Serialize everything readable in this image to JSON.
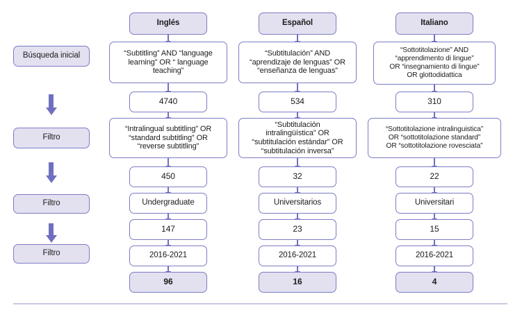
{
  "figure": {
    "type": "flowchart",
    "orientation": "top-down",
    "columns": 3,
    "stage_count": 4,
    "accent_color": "#7b7bc4",
    "fill_color": "#e3e1f0",
    "arrow_color": "#6f6fc0",
    "background_color": "#ffffff"
  },
  "stages": {
    "items": [
      {
        "label": "Búsqueda inicial"
      },
      {
        "label": "Filtro"
      },
      {
        "label": "Filtro"
      },
      {
        "label": "Filtro"
      }
    ]
  },
  "columns": [
    {
      "header": "Inglés",
      "query_initial": "“Subtitling” AND “language\nlearning” OR “ language\nteaching”",
      "count_initial": "4740",
      "query_filter": "“Intralingual subtitling” OR\n“standard subtitling” OR\n“reverse subtitling”",
      "count_after_filter": "450",
      "level_term": "Undergraduate",
      "count_after_level": "147",
      "year_range": "2016-2021",
      "final_count": "96"
    },
    {
      "header": "Español",
      "query_initial": "“Subtitulación” AND\n“aprendizaje de lenguas” OR\n“enseñanza de lenguas”",
      "count_initial": "534",
      "query_filter": "“Subtitulación\nintralingüística” OR\n“subtitulación estándar” OR\n“subtitulación inversa”",
      "count_after_filter": "32",
      "level_term": "Universitarios",
      "count_after_level": "23",
      "year_range": "2016-2021",
      "final_count": "16"
    },
    {
      "header": "Italiano",
      "query_initial": "“Sottotitolazione” AND\n“apprendimento di lingue”\nOR “insegnamiento di lingue”\nOR glottodidattica",
      "count_initial": "310",
      "query_filter": "“Sottotitolazione intralinguistica”\nOR “sottotitolazione standard”\nOR “sottotitolazione rovesciata”",
      "count_after_filter": "22",
      "level_term": "Universitari",
      "count_after_level": "15",
      "year_range": "2016-2021",
      "final_count": "4"
    }
  ]
}
